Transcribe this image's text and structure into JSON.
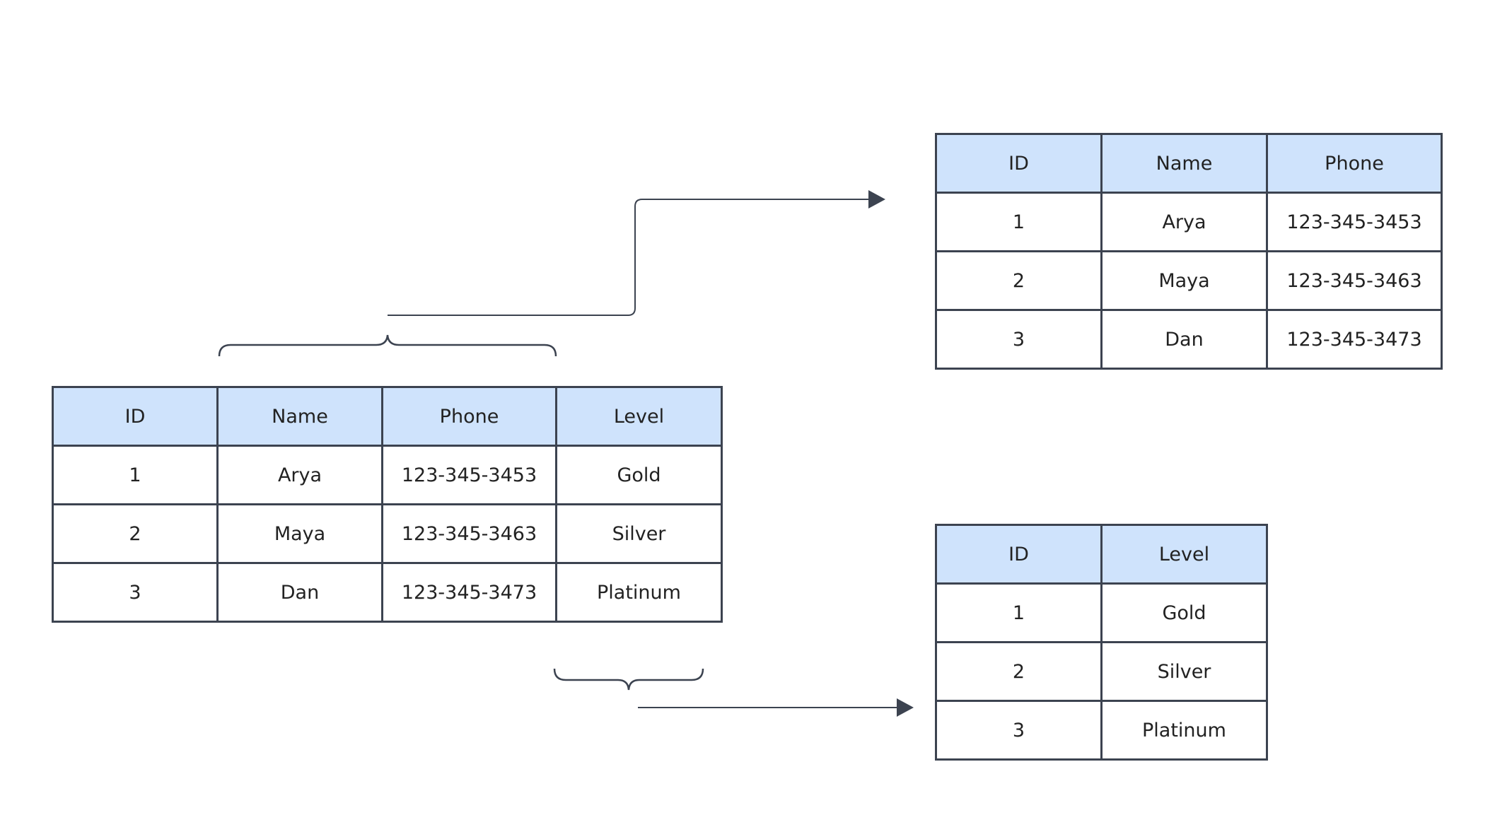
{
  "tables": {
    "source": {
      "headers": [
        "ID",
        "Name",
        "Phone",
        "Level"
      ],
      "rows": [
        [
          "1",
          "Arya",
          "123-345-3453",
          "Gold"
        ],
        [
          "2",
          "Maya",
          "123-345-3463",
          "Silver"
        ],
        [
          "3",
          "Dan",
          "123-345-3473",
          "Platinum"
        ]
      ]
    },
    "contact": {
      "headers": [
        "ID",
        "Name",
        "Phone"
      ],
      "rows": [
        [
          "1",
          "Arya",
          "123-345-3453"
        ],
        [
          "2",
          "Maya",
          "123-345-3463"
        ],
        [
          "3",
          "Dan",
          "123-345-3473"
        ]
      ]
    },
    "level": {
      "headers": [
        "ID",
        "Level"
      ],
      "rows": [
        [
          "1",
          "Gold"
        ],
        [
          "2",
          "Silver"
        ],
        [
          "3",
          "Platinum"
        ]
      ]
    }
  },
  "colors": {
    "header_fill": "#cfe3fc",
    "border": "#3c4350",
    "connector": "#3c4350"
  }
}
